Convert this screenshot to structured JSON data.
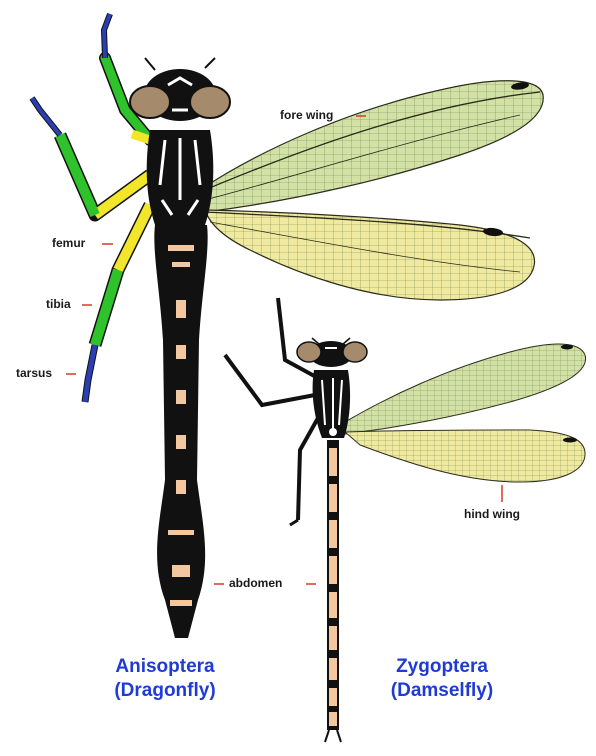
{
  "labels": {
    "fore_wing": "fore wing",
    "femur": "femur",
    "tibia": "tibia",
    "tarsus": "tarsus",
    "hind_wing": "hind wing",
    "abdomen": "abdomen"
  },
  "titles": {
    "anisoptera": "Anisoptera",
    "anisoptera_common": "(Dragonfly)",
    "zygoptera": "Zygoptera",
    "zygoptera_common": "(Damselfly)"
  },
  "colors": {
    "title_blue": "#1f3bd6",
    "leader_red": "#d63a2a",
    "wing_fore": "#d2e2a6",
    "wing_hind": "#efeaa0",
    "body_black": "#111111",
    "body_tan": "#f3c8a0",
    "leg_green": "#2fc32b",
    "leg_yellow": "#f2e62a",
    "leg_blue": "#2a3fb4",
    "eye_brown": "#a58a6b"
  }
}
